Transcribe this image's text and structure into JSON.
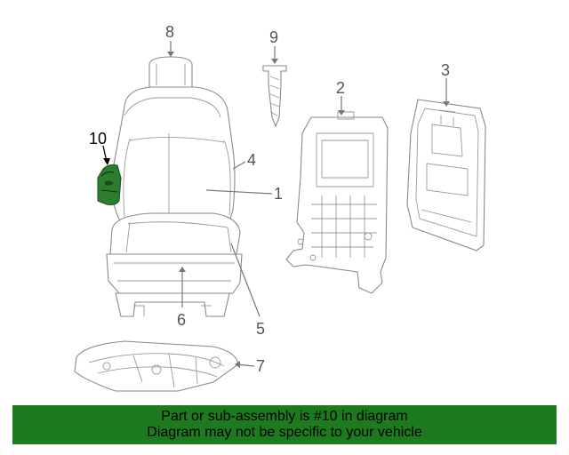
{
  "callouts": {
    "c1": "1",
    "c2": "2",
    "c3": "3",
    "c4": "4",
    "c5": "5",
    "c6": "6",
    "c7": "7",
    "c8": "8",
    "c9": "9",
    "c10": "10"
  },
  "highlight_color": "#2e7d2e",
  "banner": {
    "line1": "Part or sub-assembly is #10 in diagram",
    "line2": "Diagram may not be specific to your vehicle",
    "background": "#1e7a1e"
  }
}
